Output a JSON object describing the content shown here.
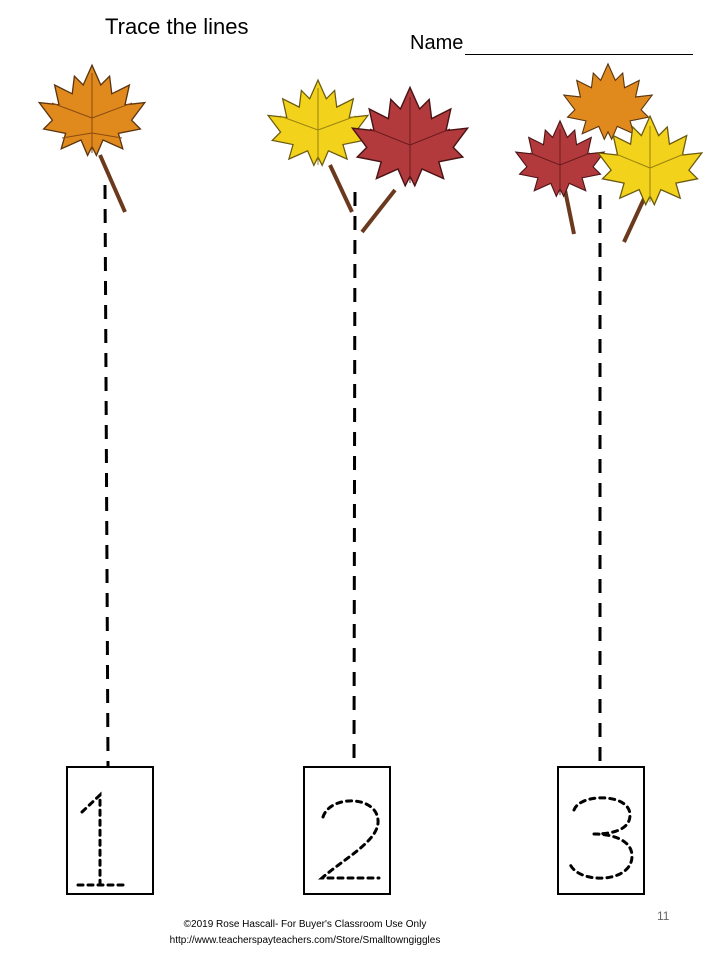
{
  "worksheet": {
    "title": "Trace the lines",
    "name_label": "Name",
    "page_number": "11",
    "footer": {
      "copyright": "©2019 Rose Hascall- For Buyer's Classroom Use Only",
      "url": "http://www.teacherspayteachers.com/Store/Smalltowngiggles"
    },
    "columns": [
      {
        "number": "1",
        "leaf_count": 1,
        "leaves": [
          "orange"
        ]
      },
      {
        "number": "2",
        "leaf_count": 2,
        "leaves": [
          "yellow",
          "red"
        ]
      },
      {
        "number": "3",
        "leaf_count": 3,
        "leaves": [
          "orange",
          "red",
          "yellow"
        ]
      }
    ],
    "colors": {
      "orange_leaf": "#E08A1E",
      "yellow_leaf": "#F2D21A",
      "red_leaf": "#B23A3C",
      "stem": "#6B3A1E",
      "dash": "#000000"
    }
  }
}
